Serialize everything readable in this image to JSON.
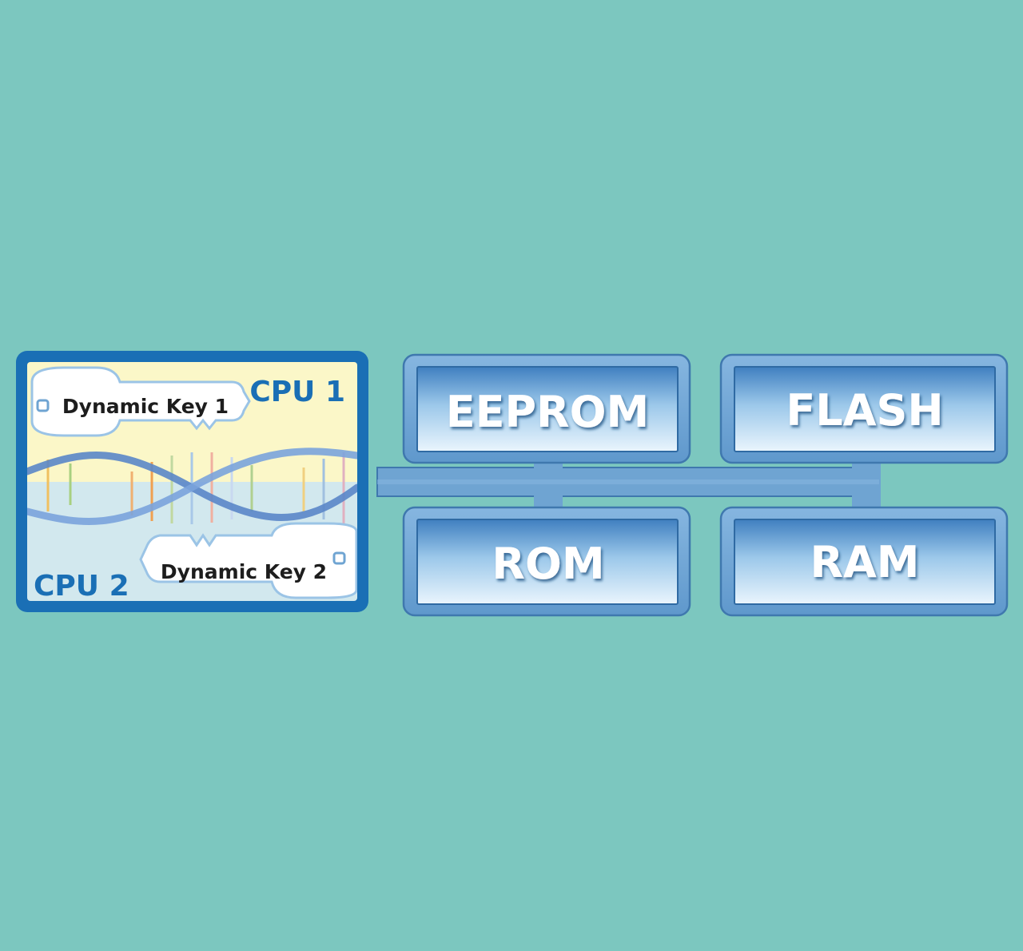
{
  "diagram": {
    "cpu_block": {
      "cpu1_label": "CPU 1",
      "cpu2_label": "CPU 2",
      "key1_label": "Dynamic Key 1",
      "key2_label": "Dynamic Key 2"
    },
    "memories": [
      {
        "label": "EEPROM"
      },
      {
        "label": "FLASH"
      },
      {
        "label": "ROM"
      },
      {
        "label": "RAM"
      }
    ],
    "colors": {
      "background": "#7cc7bf",
      "cpu_border": "#1a6fb5",
      "cpu_text": "#1a6fb5",
      "cpu_top_fill": "#fbf7c8",
      "cpu_bottom_fill": "#d2e8ee",
      "dna_strand": "#5a86c8",
      "memory_frame": "#74a8d6",
      "memory_border": "#3f78ae",
      "memory_text": "#ffffff",
      "bus": "#6fa4d2"
    }
  }
}
